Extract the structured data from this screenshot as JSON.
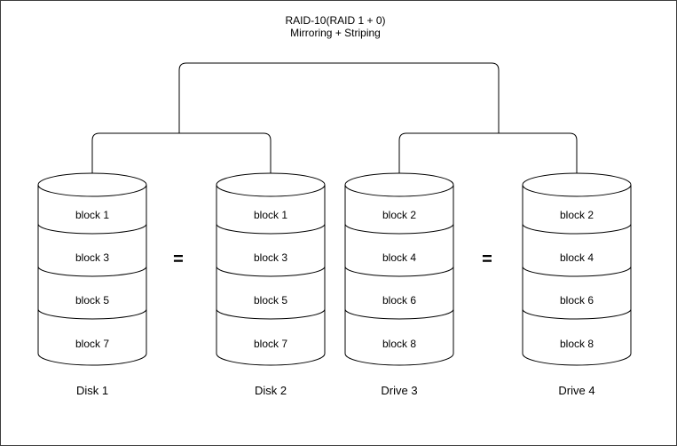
{
  "diagram": {
    "title_line1": "RAID-10(RAID 1 + 0)",
    "title_line2": "Mirroring + Striping",
    "equals": "=",
    "disks": [
      {
        "label": "Disk 1",
        "blocks": [
          "block 1",
          "block 3",
          "block 5",
          "block 7"
        ]
      },
      {
        "label": "Disk 2",
        "blocks": [
          "block 1",
          "block 3",
          "block 5",
          "block 7"
        ]
      },
      {
        "label": "Drive 3",
        "blocks": [
          "block 2",
          "block 4",
          "block 6",
          "block 8"
        ]
      },
      {
        "label": "Drive 4",
        "blocks": [
          "block 2",
          "block 4",
          "block 6",
          "block 8"
        ]
      }
    ],
    "colors": {
      "line": "#000000",
      "text": "#000000",
      "background": "#ffffff",
      "border": "#3d3d3d"
    }
  }
}
